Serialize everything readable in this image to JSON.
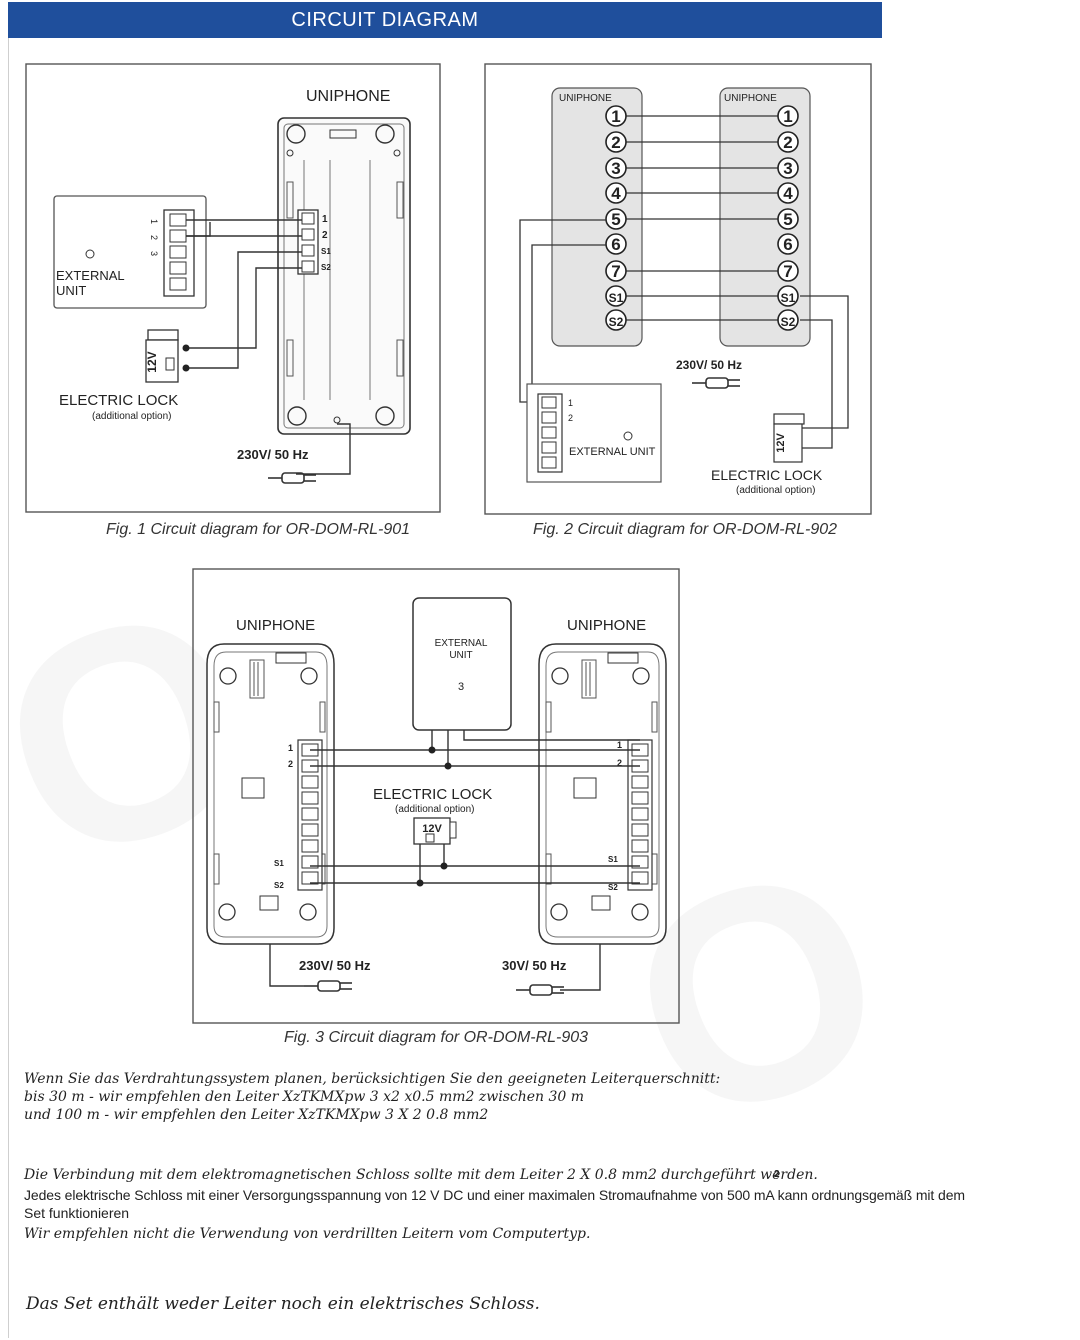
{
  "header": {
    "title": "CIRCUIT DIAGRAM"
  },
  "fig1": {
    "uniphone_label": "UNIPHONE",
    "external_unit_line1": "EXTERNAL",
    "external_unit_line2": "UNIT",
    "terminal_numbers": [
      "1",
      "2",
      "3"
    ],
    "uniphone_terminals": [
      "1",
      "2",
      "S1",
      "S2"
    ],
    "electric_lock": "ELECTRIC LOCK",
    "additional_option": "(additional option)",
    "lock_voltage": "12V",
    "power": "230V/ 50 Hz",
    "caption": "Fig. 1 Circuit diagram for OR-DOM-RL-901"
  },
  "fig2": {
    "uniphone_left": "UNIPHONE",
    "uniphone_right": "UNIPHONE",
    "terminals": [
      "1",
      "2",
      "3",
      "4",
      "5",
      "6",
      "7",
      "S1",
      "S2"
    ],
    "power": "230V/ 50 Hz",
    "external_unit": "EXTERNAL UNIT",
    "terminal_numbers": [
      "1",
      "2"
    ],
    "electric_lock": "ELECTRIC LOCK",
    "additional_option": "(additional option)",
    "lock_voltage": "12V",
    "caption": "Fig. 2 Circuit diagram for OR-DOM-RL-902"
  },
  "fig3": {
    "uniphone_left": "UNIPHONE",
    "uniphone_right": "UNIPHONE",
    "external_unit_line1": "EXTERNAL",
    "external_unit_line2": "UNIT",
    "external_unit_num": "3",
    "electric_lock": "ELECTRIC LOCK",
    "additional_option": "(additional option)",
    "lock_voltage": "12V",
    "terminals": [
      "1",
      "2",
      "S1",
      "S2"
    ],
    "power_left": "230V/ 50 Hz",
    "power_right": "30V/ 50 Hz",
    "caption": "Fig. 3 Circuit diagram for OR-DOM-RL-903"
  },
  "notes": {
    "line1": "Wenn Sie das Verdrahtungssystem planen, berücksichtigen Sie den geeigneten Leiterquerschnitt:",
    "line2": "bis 30 m - wir empfehlen den Leiter XzTKMXpw 3 x2 x0.5 mm2 zwischen 30 m",
    "line3": "und 100 m - wir empfehlen den Leiter XzTKMXpw 3 X 2 0.8 mm2",
    "line4": "Die Verbindung mit dem elektromagnetischen Schloss sollte mit dem Leiter 2 X 0.8 mm2 durchgeführt werden.",
    "line4_mark": "2",
    "line5": "Jedes elektrische Schloss mit einer Versorgungsspannung von 12 V DC und einer maximalen Stromaufnahme von 500 mA kann ordnungsgemäß mit dem",
    "line6": "Set funktionieren",
    "line7": "Wir empfehlen nicht die Verwendung von verdrillten Leitern vom Computertyp.",
    "footer": "Das Set enthält weder Leiter noch ein elektrisches Schloss."
  }
}
